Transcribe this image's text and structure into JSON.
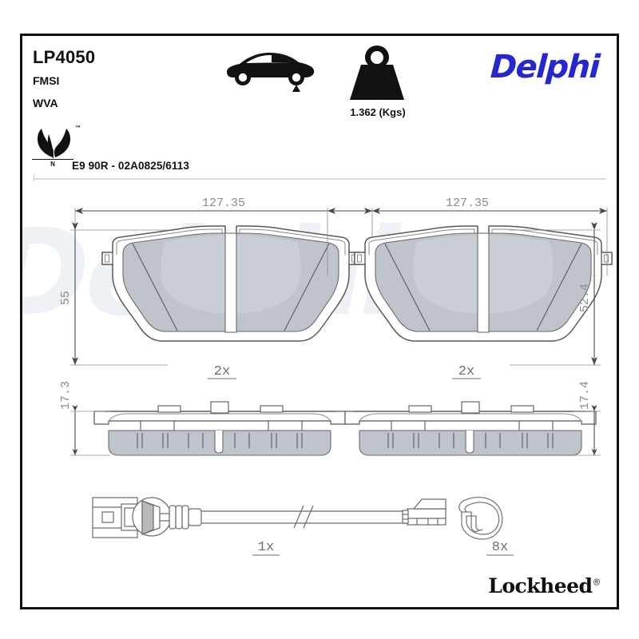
{
  "header": {
    "part_number": "LP4050",
    "fmsi_label": "FMSI",
    "fmsi_value": "",
    "wva_label": "WVA",
    "wva_value": "",
    "certification": "E9 90R - 02A0825/6113",
    "eco_mark_letter": "N",
    "eco_trademark": "™",
    "weight_value": "1.362 (Kgs)",
    "brand": "Delphi",
    "axle_position_icon": "rear-axle-car-icon",
    "weight_icon": "weight-kettlebell-icon",
    "eco_icon": "leaf-eco-icon"
  },
  "drawing": {
    "pads": [
      {
        "id": "left-pad",
        "view": "face",
        "width_dim": "127.35",
        "height_dim": "55",
        "quantity": "2x",
        "notch": "round"
      },
      {
        "id": "right-pad",
        "view": "face",
        "width_dim": "127.35",
        "height_dim": "52.4",
        "quantity": "2x",
        "notch": "vee"
      }
    ],
    "profiles": [
      {
        "id": "left-profile",
        "thickness_dim": "17.3"
      },
      {
        "id": "right-profile",
        "thickness_dim": "17.4"
      }
    ],
    "accessories": [
      {
        "id": "wear-sensor",
        "label": "1x",
        "name": "brake-wear-sensor-cable"
      },
      {
        "id": "retaining-clip",
        "label": "8x",
        "name": "spring-retaining-clip"
      }
    ]
  },
  "footer": {
    "brand": "Lockheed",
    "registered": "®"
  },
  "colors": {
    "brand_blue": "#2727cf",
    "line": "#4a4a4a",
    "dim_text": "#8c8c8c",
    "friction": "#bfc4cc",
    "friction_light": "#c9ced4",
    "backing": "#ffffff",
    "watermark": "#eef1f6"
  }
}
